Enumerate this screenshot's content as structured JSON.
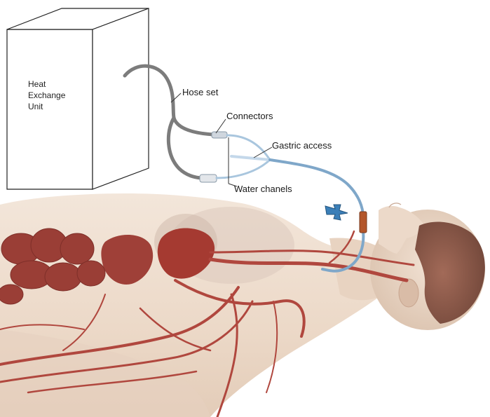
{
  "unit": {
    "line1": "Heat",
    "line2": "Exchange",
    "line3": "Unit"
  },
  "labels": {
    "hose_set": "Hose set",
    "connectors": "Connectors",
    "gastric_access": "Gastric access",
    "water_channels": "Water chanels"
  },
  "colors": {
    "skin": "#eeddce",
    "skin_shadow": "#dcc3ae",
    "vessel": "#b0473e",
    "organ": "#9b3a33",
    "hose": "#7c7c7c",
    "tube": "#8fb6d6",
    "tube_dark": "#3d78ad",
    "hair": "#8c5a4a"
  },
  "icons": {
    "heat_exchange_unit": "box-icon",
    "hose": "hose-icon",
    "gastric_tube": "tube-icon",
    "patient": "patient-illustration-icon"
  }
}
